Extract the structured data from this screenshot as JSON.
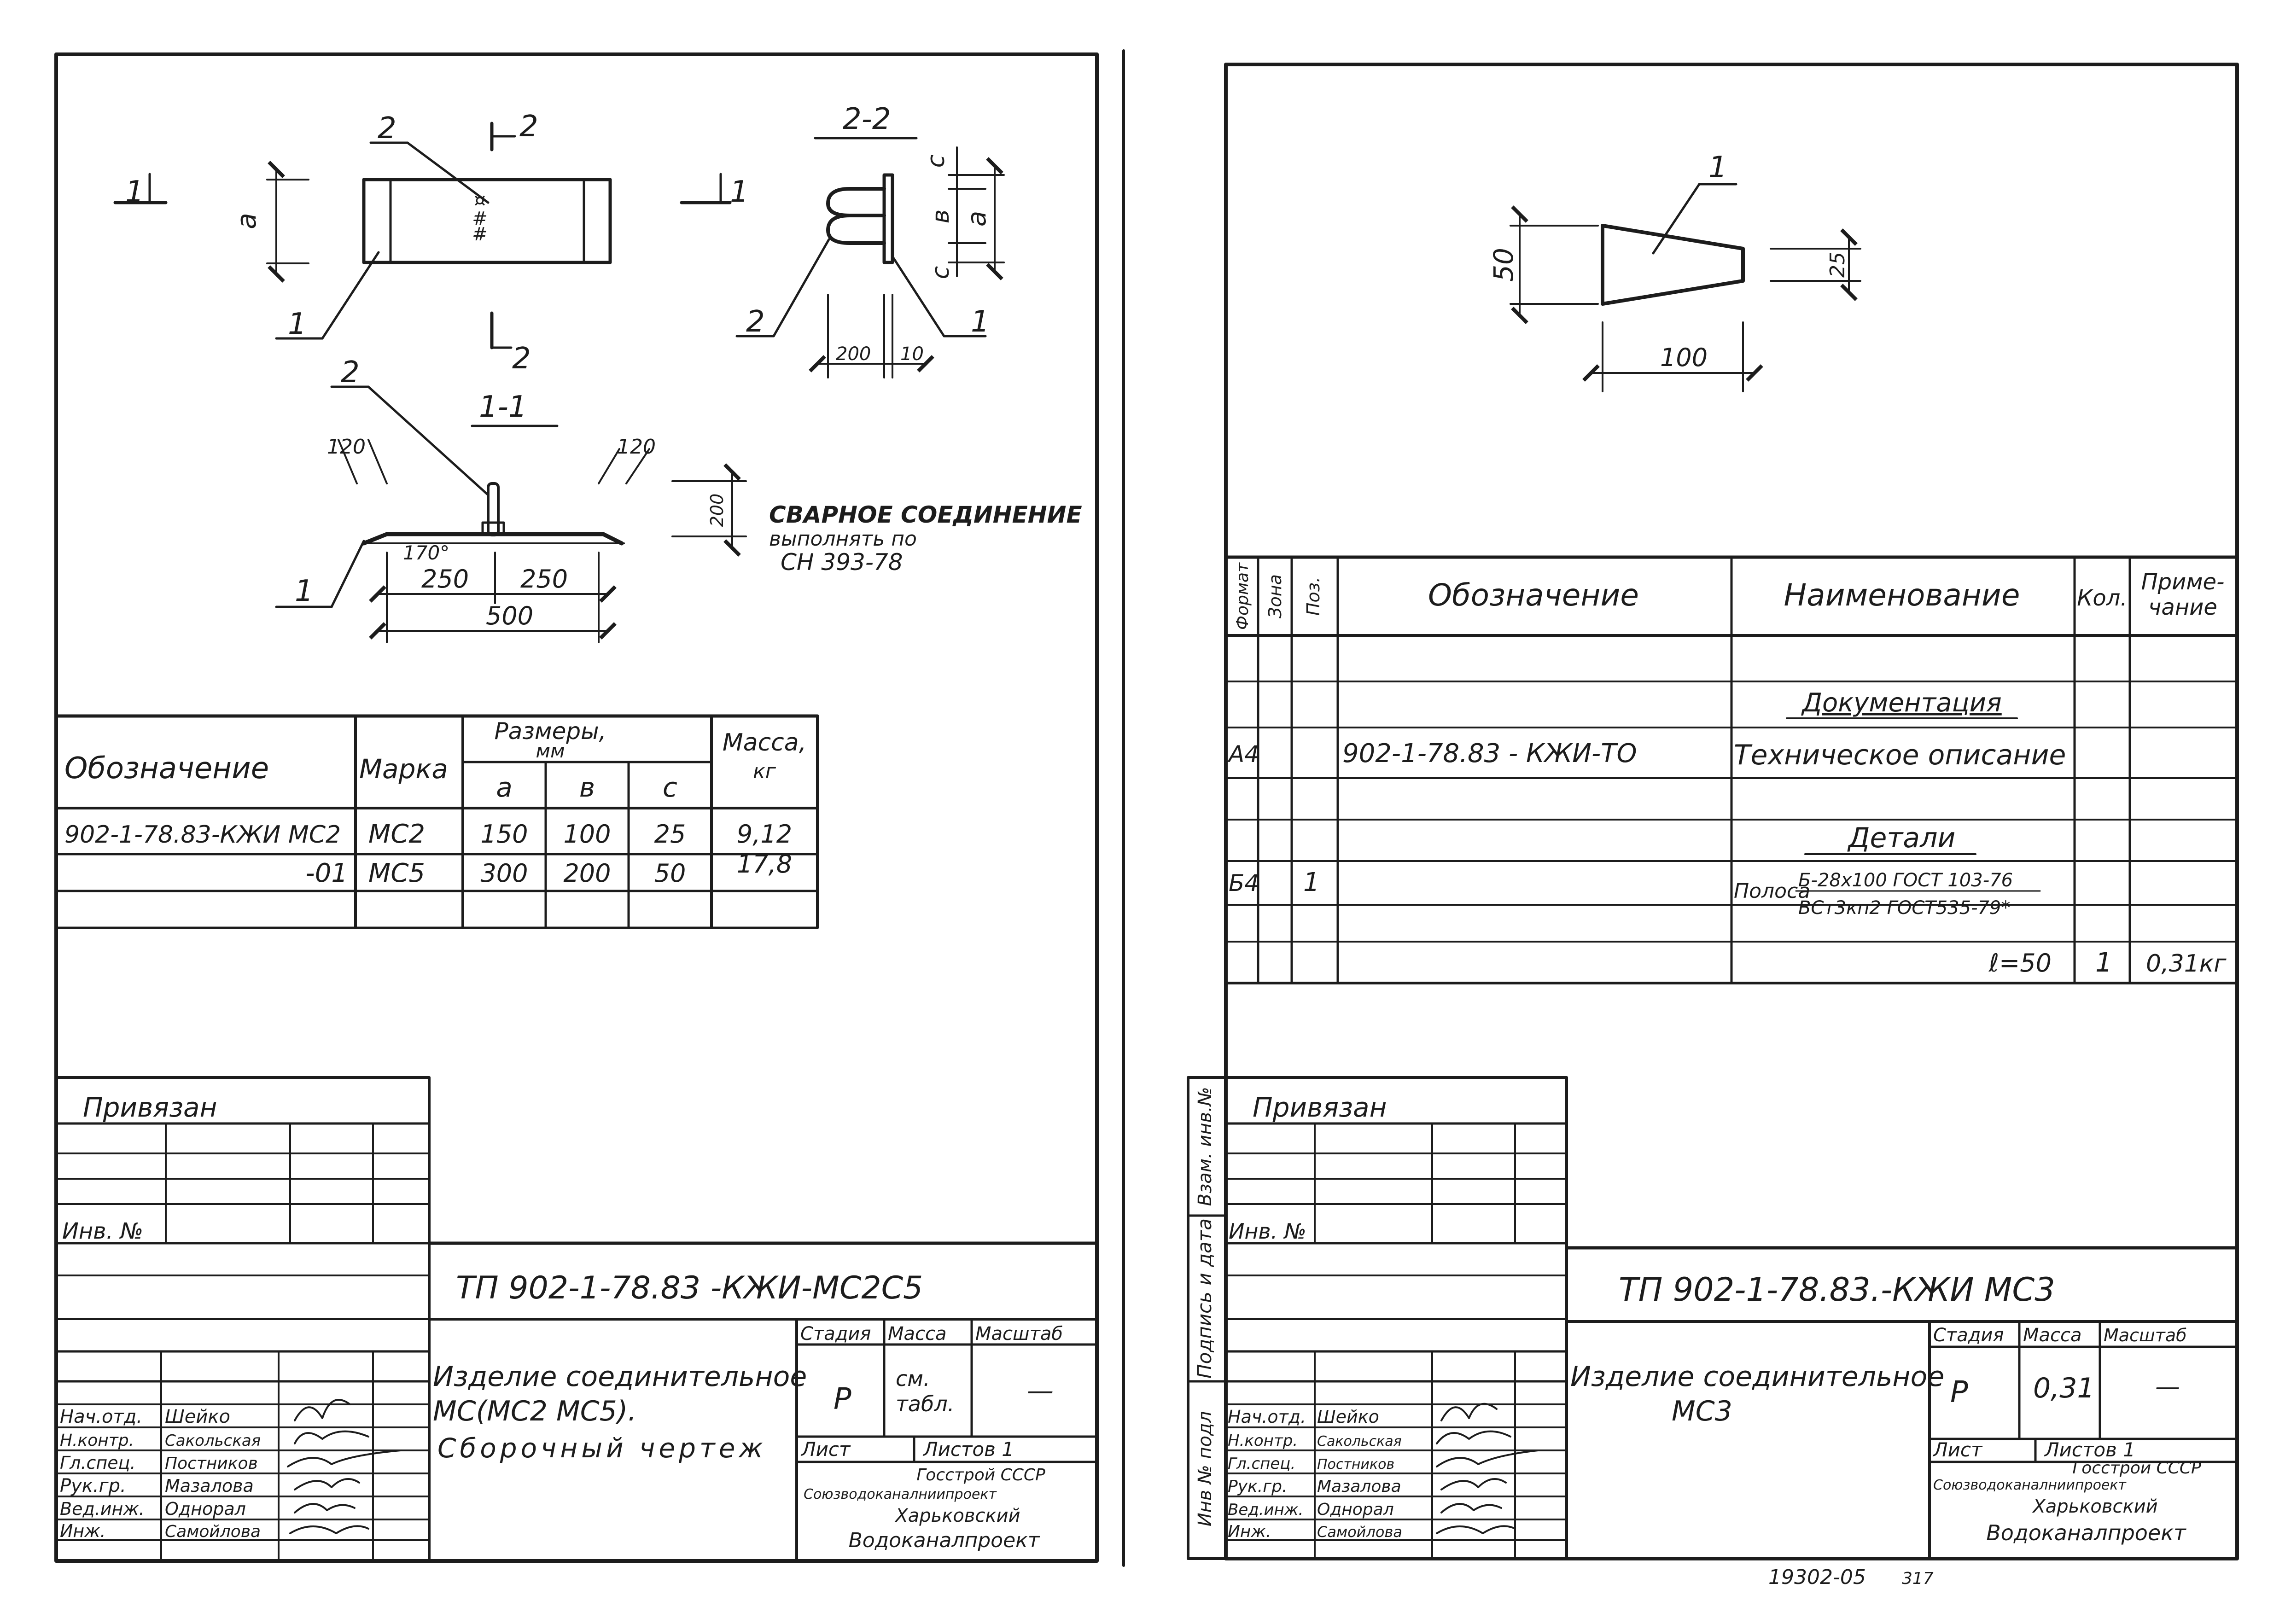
{
  "left_sheet": {
    "callouts": {
      "item_1": "1",
      "item_2": "2",
      "cut_1": "1",
      "cut_2": "2",
      "section_2_2": "2-2",
      "section_1_1": "1-1"
    },
    "dims": {
      "a": "a",
      "b": "в",
      "c": "c",
      "d200": "200",
      "d10": "10",
      "d120": "120",
      "d170": "170°",
      "d250": "250",
      "d500": "500"
    },
    "weld_note": [
      "СВАРНОЕ СОЕДИНЕНИЕ",
      "выполнять по",
      "СН 393-78"
    ],
    "table": {
      "headers": {
        "designation": "Обозначение",
        "mark": "Марка",
        "sizes": "Размеры,",
        "sizes_unit": "мм",
        "mass": "Масса,",
        "mass_unit": "кг",
        "a": "a",
        "b": "в",
        "c": "c"
      },
      "rows": [
        {
          "designation": "902-1-78.83-КЖИ МС2",
          "mark": "МС2",
          "a": "150",
          "b": "100",
          "c": "25",
          "mass": "9,12"
        },
        {
          "designation": "-01",
          "mark": "МС5",
          "a": "300",
          "b": "200",
          "c": "50",
          "mass": "17,8"
        }
      ]
    },
    "stamp": {
      "privyazan": "Привязан",
      "inv_no": "Инв. №",
      "code": "ТП 902-1-78.83 -КЖИ-МС2С5",
      "title": [
        "Изделие соединительное",
        "МС(МС2 МС5).",
        "Сборочный чертеж"
      ],
      "stage_label": "Стадия",
      "mass_label": "Масса",
      "scale_label": "Масштаб",
      "stage": "Р",
      "mass": [
        "см.",
        "табл."
      ],
      "scale": "—",
      "sheet_label": "Лист",
      "sheets_label": "Листов 1",
      "org": [
        "Госстрой СССР",
        "Союзводоканалниипроект",
        "Харьковский",
        "Водоканалпроект"
      ],
      "staff": [
        {
          "role": "Нач.отд.",
          "name": "Шейко"
        },
        {
          "role": "Н.контр.",
          "name": "Сакольская"
        },
        {
          "role": "Гл.спец.",
          "name": "Постников"
        },
        {
          "role": "Рук.гр.",
          "name": "Мазалова"
        },
        {
          "role": "Вед.инж.",
          "name": "Однорал"
        },
        {
          "role": "Инж.",
          "name": "Самойлова"
        }
      ]
    }
  },
  "right_sheet": {
    "dims": {
      "d50": "50",
      "d25": "25",
      "d100": "100",
      "pos": "1"
    },
    "spec": {
      "headers": {
        "format": "Формат",
        "zone": "Зона",
        "pos": "Поз.",
        "designation": "Обозначение",
        "name": "Наименование",
        "qty": "Кол.",
        "note": [
          "Приме-",
          "чание"
        ]
      },
      "section_docs": "Документация",
      "doc_row": {
        "format": "А4",
        "designation": "902-1-78.83 - КЖИ-ТО",
        "name": "Техническое описание"
      },
      "section_parts": "Детали",
      "part_row": {
        "format": "Б4",
        "pos": "1",
        "name_prefix": "Полоса",
        "name_top": "Б-28х100 ГОСТ 103-76",
        "name_bottom": "ВСт3кп2 ГОСТ535-79*",
        "length": "ℓ=50",
        "qty": "1",
        "note": "0,31кг"
      }
    },
    "side_labels": [
      "Взам. инв.№",
      "Подпись и дата",
      "Инв № подл"
    ],
    "stamp": {
      "privyazan": "Привязан",
      "inv_no": "Инв. №",
      "code": "ТП 902-1-78.83.-КЖИ МС3",
      "title": [
        "Изделие соединительное",
        "МС3"
      ],
      "stage_label": "Стадия",
      "mass_label": "Масса",
      "scale_label": "Масштаб",
      "stage": "Р",
      "mass": "0,31",
      "scale": "—",
      "sheet_label": "Лист",
      "sheets_label": "Листов 1",
      "org": [
        "Госстрой СССР",
        "Союзводоканалниипроект",
        "Харьковский",
        "Водоканалпроект"
      ],
      "staff": [
        {
          "role": "Нач.отд.",
          "name": "Шейко"
        },
        {
          "role": "Н.контр.",
          "name": "Сакольская"
        },
        {
          "role": "Гл.спец.",
          "name": "Постников"
        },
        {
          "role": "Рук.гр.",
          "name": "Мазалова"
        },
        {
          "role": "Вед.инж.",
          "name": "Однорал"
        },
        {
          "role": "Инж.",
          "name": "Самойлова"
        }
      ]
    }
  },
  "footer": {
    "archive_no": "19302-05",
    "page": "317"
  }
}
